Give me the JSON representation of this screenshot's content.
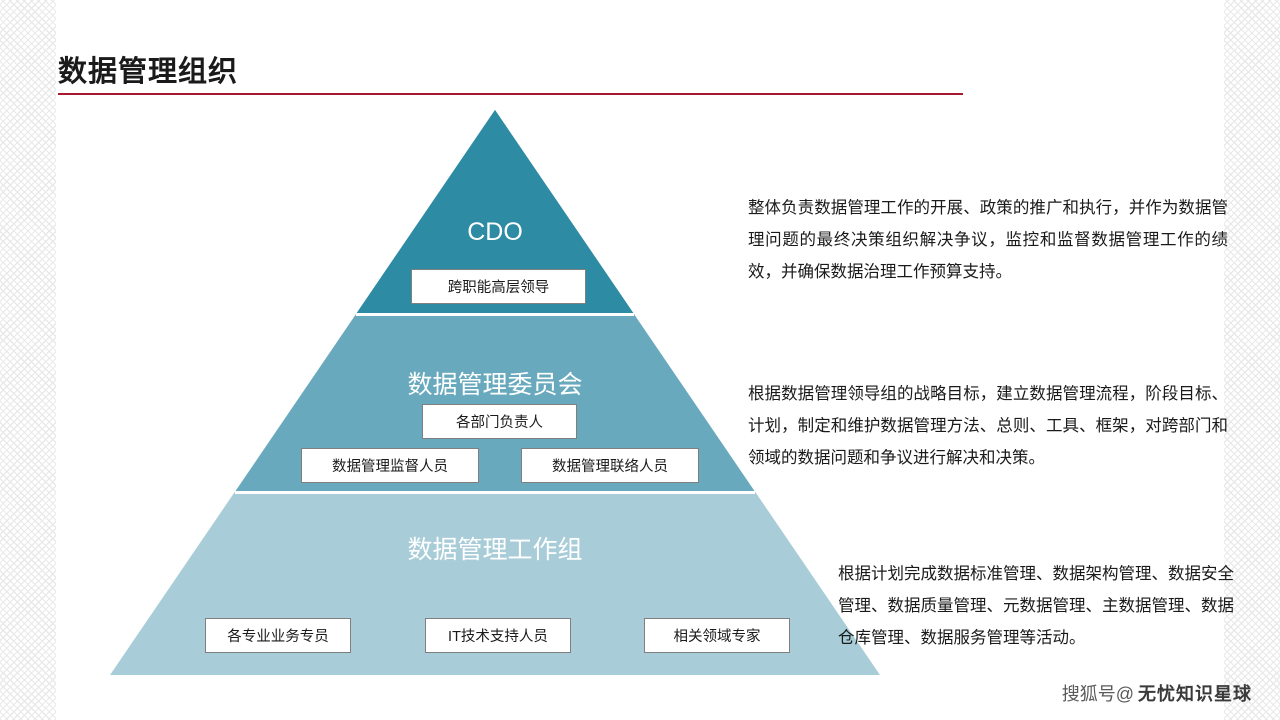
{
  "header": {
    "title": "数据管理组织",
    "rule_color": "#a6192e"
  },
  "pyramid": {
    "tiers": [
      {
        "name": "CDO",
        "color": "#2d8ba3",
        "roles": [
          "跨职能高层领导"
        ]
      },
      {
        "name": "数据管理委员会",
        "color": "#68a9bd",
        "roles": [
          "各部门负责人",
          "数据管理监督人员",
          "数据管理联络人员"
        ]
      },
      {
        "name": "数据管理工作组",
        "color": "#a8cdd8",
        "roles": [
          "各专业业务专员",
          "IT技术支持人员",
          "相关领域专家"
        ]
      }
    ]
  },
  "descriptions": [
    "整体负责数据管理工作的开展、政策的推广和执行，并作为数据管理问题的最终决策组织解决争议，监控和监督数据管理工作的绩效，并确保数据治理工作预算支持。",
    "根据数据管理领导组的战略目标，建立数据管理流程，阶段目标、计划，制定和维护数据管理方法、总则、工具、框架，对跨部门和领域的数据问题和争议进行解决和决策。",
    "根据计划完成数据标准管理、数据架构管理、数据安全管理、数据质量管理、元数据管理、主数据管理、数据仓库管理、数据服务管理等活动。"
  ],
  "watermark": {
    "prefix": "搜狐号@",
    "name": "无忧知识星球"
  }
}
